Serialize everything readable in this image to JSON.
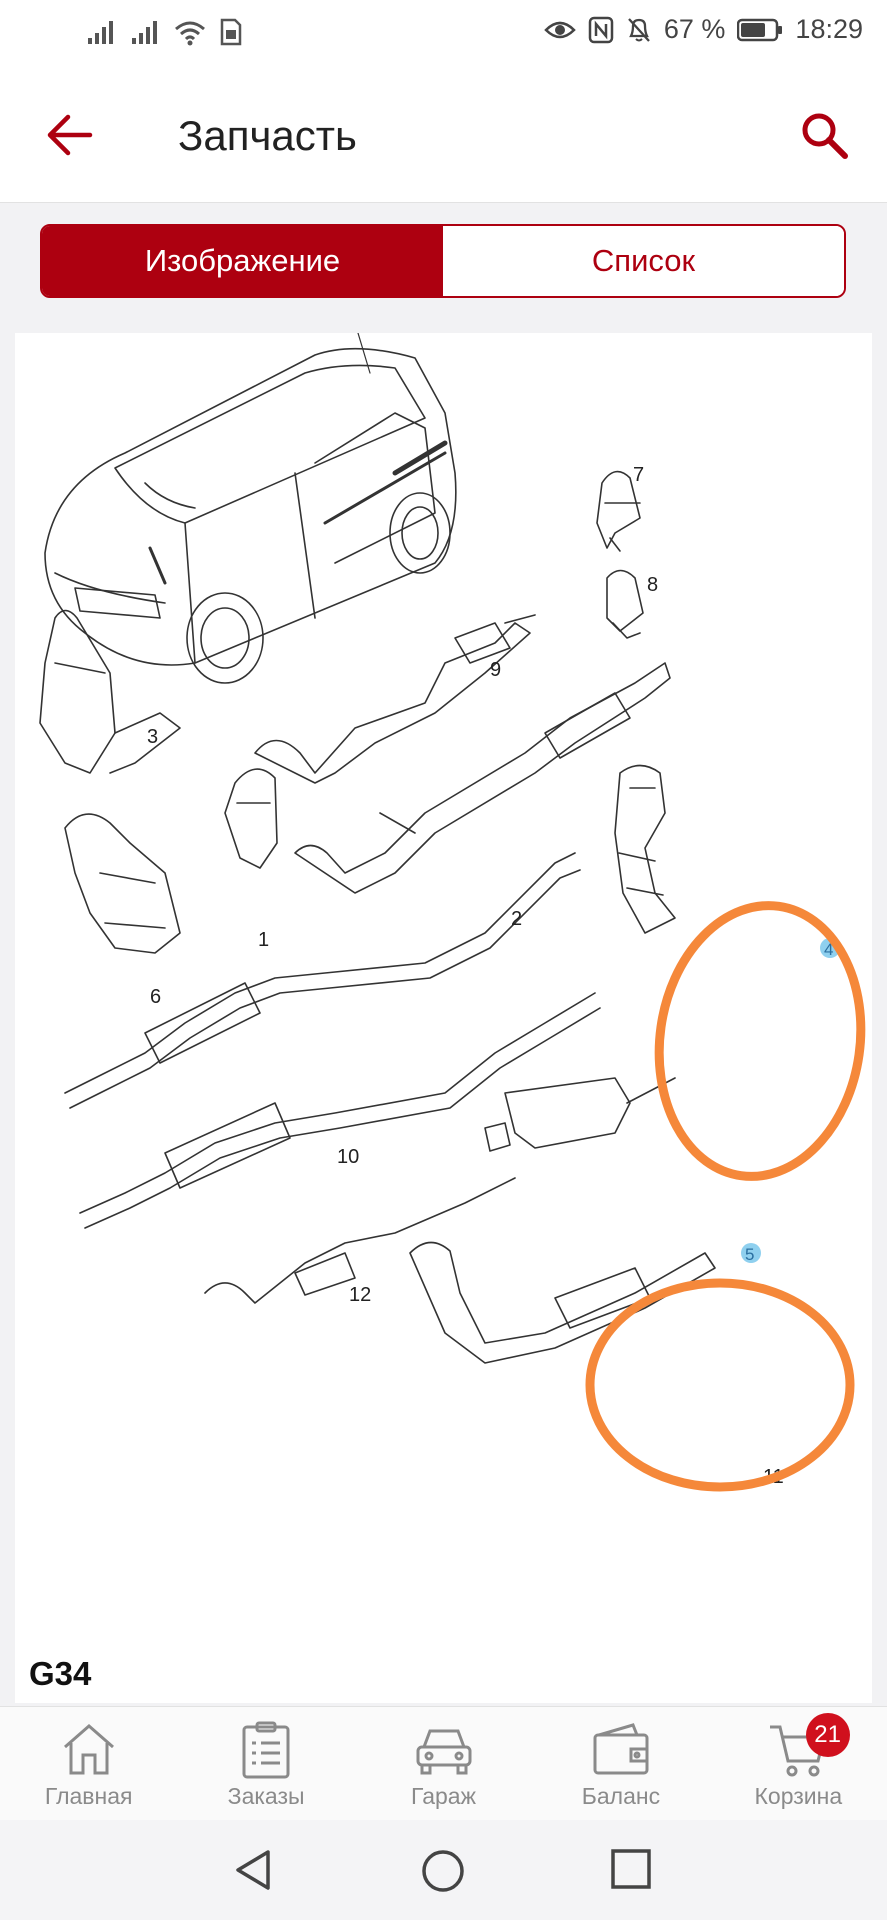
{
  "status_bar": {
    "battery_percent": "67 %",
    "time": "18:29"
  },
  "header": {
    "title": "Запчасть"
  },
  "tabs": [
    {
      "label": "Изображение",
      "active": true
    },
    {
      "label": "Список",
      "active": false
    }
  ],
  "diagram": {
    "code": "G34",
    "callouts": [
      "1",
      "2",
      "3",
      "4",
      "5",
      "6",
      "7",
      "8",
      "9",
      "10",
      "11",
      "12"
    ],
    "highlighted_parts": [
      "4",
      "5"
    ],
    "highlight_color": "#f5883a",
    "badge_color": "#8fd0ef"
  },
  "bottom_nav": {
    "items": [
      {
        "label": "Главная",
        "icon": "home-icon"
      },
      {
        "label": "Заказы",
        "icon": "orders-icon"
      },
      {
        "label": "Гараж",
        "icon": "car-icon"
      },
      {
        "label": "Баланс",
        "icon": "wallet-icon"
      },
      {
        "label": "Корзина",
        "icon": "cart-icon"
      }
    ],
    "cart_badge": "21"
  },
  "colors": {
    "accent": "#ad0010",
    "badge": "#d0101d"
  }
}
